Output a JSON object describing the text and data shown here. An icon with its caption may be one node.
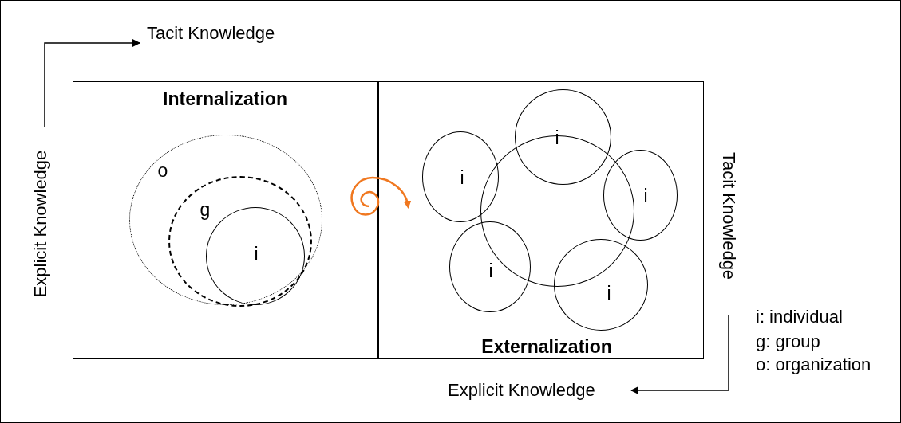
{
  "diagram": {
    "nodes": [
      {
        "text": [
          "Internalization"
        ]
      },
      {
        "text": [
          "o"
        ],
        "in": 0
      },
      {
        "text": [
          "g"
        ],
        "in": 1
      },
      {
        "text": [
          "i"
        ],
        "in": 2
      },
      {
        "text": [
          "Externalization"
        ]
      },
      {
        "text": [
          "i"
        ],
        "in": 4
      },
      {
        "text": [
          "i"
        ],
        "in": 4
      },
      {
        "text": [
          "i"
        ],
        "in": 4
      },
      {
        "text": [],
        "shape": "circle",
        "in": 4
      },
      {
        "text": [
          "i"
        ],
        "in": 4
      },
      {
        "text": [
          "i"
        ],
        "in": 4
      }
    ],
    "labels": [
      "Tacit Knowledge",
      "Explicit Knowledge",
      "Tacit Knowledge",
      "i: individual",
      "g: group",
      "o: organization",
      "Explicit Knowledge"
    ]
  }
}
